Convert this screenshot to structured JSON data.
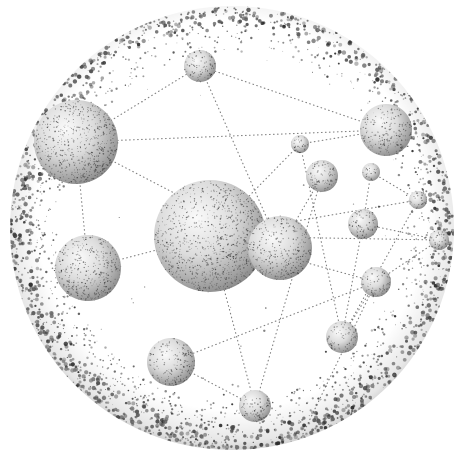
{
  "colors": {
    "background": "#ffffff",
    "ink": "#3a3a3a",
    "ink_dark": "#222222",
    "sphere_light": "#f7f7f7",
    "sphere_mid": "#bdbdbd",
    "sphere_dark": "#7a7a7a"
  },
  "nodes": [
    {
      "id": "n1"
    },
    {
      "id": "n2"
    },
    {
      "id": "n3"
    },
    {
      "id": "n4"
    },
    {
      "id": "n5"
    },
    {
      "id": "n6"
    },
    {
      "id": "n7"
    },
    {
      "id": "n8"
    },
    {
      "id": "n9"
    },
    {
      "id": "n10"
    },
    {
      "id": "n11"
    },
    {
      "id": "n12"
    },
    {
      "id": "n13"
    },
    {
      "id": "n14"
    },
    {
      "id": "n15"
    },
    {
      "id": "n16"
    },
    {
      "id": "n17"
    }
  ],
  "edges": [
    [
      "n1",
      "n3"
    ],
    [
      "n1",
      "n2"
    ],
    [
      "n3",
      "n4"
    ],
    [
      "n3",
      "n2"
    ],
    [
      "n2",
      "n5"
    ],
    [
      "n4",
      "n6"
    ],
    [
      "n5",
      "n6"
    ],
    [
      "n2",
      "n7"
    ],
    [
      "n7",
      "n8"
    ],
    [
      "n8",
      "n16"
    ],
    [
      "n16",
      "n15"
    ],
    [
      "n15",
      "n12"
    ],
    [
      "n14",
      "n12"
    ],
    [
      "n14",
      "n10"
    ],
    [
      "n6",
      "n11"
    ],
    [
      "n11",
      "n14"
    ],
    [
      "n11",
      "n9"
    ],
    [
      "n9",
      "n10"
    ],
    [
      "n10",
      "n13"
    ],
    [
      "n12",
      "n17"
    ],
    [
      "n6",
      "n12"
    ],
    [
      "n4",
      "n14"
    ],
    [
      "n7",
      "n1"
    ],
    [
      "n6",
      "n16"
    ],
    [
      "n6",
      "n13"
    ],
    [
      "n12",
      "n13"
    ]
  ]
}
